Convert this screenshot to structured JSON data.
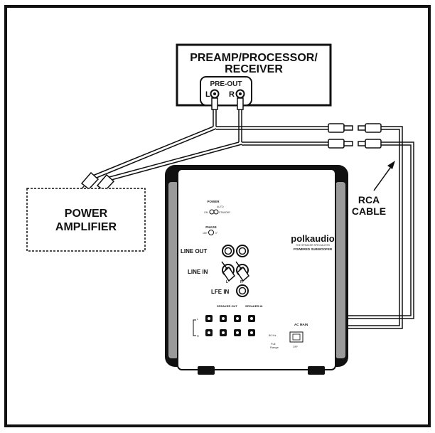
{
  "receiver": {
    "title_line1": "PREAMP/PROCESSOR/",
    "title_line2": "RECEIVER",
    "preout_label": "PRE-OUT",
    "left_label": "L",
    "right_label": "R"
  },
  "amplifier": {
    "line1": "POWER",
    "line2": "AMPLIFIER"
  },
  "cable": {
    "line1": "RCA",
    "line2": "CABLE"
  },
  "subwoofer": {
    "brand": "polkaudio",
    "brand_tagline": "THE SPEAKER SPECIALISTS",
    "model": "POWERED SUBWOOFER",
    "power_label": "POWER",
    "power_auto": "AUTO",
    "power_on": "ON",
    "power_standby": "STANDBY",
    "phase_label": "PHASE",
    "phase_180": "180°",
    "phase_0": "0°",
    "line_out_label": "LINE OUT",
    "line_in_label": "LINE IN",
    "line_in_l": "L",
    "line_in_r": "R",
    "lfe_in_label": "LFE IN",
    "speaker_out_label": "SPEAKER OUT",
    "speaker_in_label": "SPEAKER IN",
    "ac_main_label": "AC MAIN",
    "freq_label": "80 Hz",
    "full_range_line1": "Full",
    "full_range_line2": "Range",
    "off_label": "OFF",
    "left_mark": "L",
    "right_mark": "R"
  }
}
